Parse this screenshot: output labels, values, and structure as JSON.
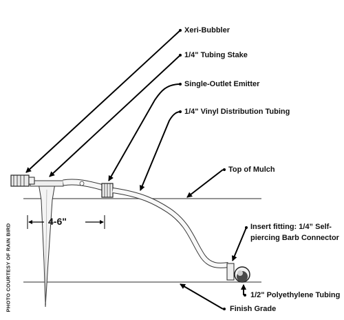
{
  "labels": {
    "xeri_bubbler": "Xeri-Bubbler",
    "tubing_stake": "1/4\" Tubing Stake",
    "single_outlet_emitter": "Single-Outlet Emitter",
    "vinyl_distribution_tubing": "1/4\" Vinyl Distribution Tubing",
    "top_of_mulch": "Top of Mulch",
    "insert_fitting_line1": "Insert fitting: 1/4” Self-",
    "insert_fitting_line2": "piercing Barb Connector",
    "polyethylene_tubing": "1/2\" Polyethylene Tubing",
    "finish_grade": "Finish Grade"
  },
  "dimension": "4-6\"",
  "credit": "PHOTO COURTESY OF RAIN BIRD"
}
